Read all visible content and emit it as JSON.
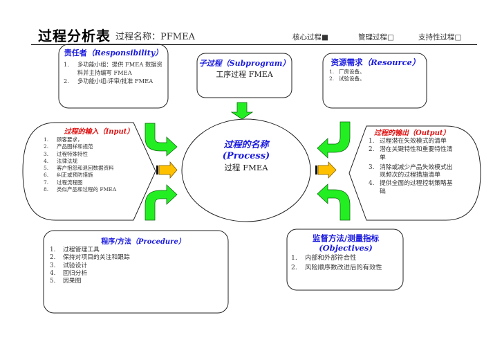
{
  "header": {
    "title": "过程分析表",
    "process_name_label": "过程名称：PFMEA",
    "categories": [
      {
        "label": "核心过程■",
        "checked": true
      },
      {
        "label": "管理过程□",
        "checked": false
      },
      {
        "label": "支持性过程□",
        "checked": false
      }
    ]
  },
  "responsibility": {
    "title_cn": "责任者",
    "title_en": "（Responsibility）",
    "items": [
      {
        "num": "1.",
        "text": "多功能小组：提供 FMEA 数据资料并主持编写 FMEA"
      },
      {
        "num": "2.",
        "text": "多功能小组:评审/批准 FMEA"
      }
    ]
  },
  "subprogram": {
    "title_cn": "子过程",
    "title_en": "（Subprogram）",
    "text": "工序过程 FMEA"
  },
  "resource": {
    "title_cn": "资源需求",
    "title_en": "（Resource）",
    "items": [
      {
        "num": "1.",
        "text": "厂房设备。"
      },
      {
        "num": "2.",
        "text": "试验设备。"
      }
    ]
  },
  "input": {
    "title": "过程的输入（Input）",
    "items": [
      {
        "num": "1.",
        "text": "顾客要求，"
      },
      {
        "num": "2.",
        "text": "产品图样和规范"
      },
      {
        "num": "3.",
        "text": "过程特殊特性"
      },
      {
        "num": "4.",
        "text": "法律法规"
      },
      {
        "num": "5.",
        "text": "客户抱怨和退回数据资料"
      },
      {
        "num": "6.",
        "text": "纠正或预防措施"
      },
      {
        "num": "7.",
        "text": "过程流程图"
      },
      {
        "num": "8.",
        "text": "类似产品和过程的 FMEA"
      }
    ]
  },
  "process": {
    "title_cn": "过程的名称",
    "title_en": "(Process)",
    "text": "过程 FMEA"
  },
  "output": {
    "title": "过程的输出（Output）",
    "items": [
      {
        "num": "1.",
        "text": "过程潜在失效模式的清单"
      },
      {
        "num": "2.",
        "text": "潜在关键特性和重要特性清单"
      },
      {
        "num": "3.",
        "text": "消除或减少产品失效模式出现频次的过程措施清单"
      },
      {
        "num": "4.",
        "text": "提供全面的过程控制策略基础"
      }
    ]
  },
  "procedure": {
    "title_cn": "程序/方法",
    "title_en": "（Procedure）",
    "items": [
      {
        "num": "1.",
        "text": "过程管理工具"
      },
      {
        "num": "2.",
        "text": "保持对项目的关注和跟踪"
      },
      {
        "num": "3.",
        "text": "试验设计"
      },
      {
        "num": "4.",
        "text": "回归分析"
      },
      {
        "num": "5.",
        "text": "因果图"
      }
    ]
  },
  "objectives": {
    "title_cn": "监督方法/测量指标",
    "title_en": "(Objectives)",
    "items": [
      {
        "num": "1.",
        "text": "内部和外部符合性"
      },
      {
        "num": "2.",
        "text": "风险顺序数改进后的有效性"
      }
    ]
  },
  "colors": {
    "title_blue": "#1a1adf",
    "title_red": "#e01010",
    "arrow_green": "#22ee22",
    "arrow_orange": "#ffc000"
  }
}
